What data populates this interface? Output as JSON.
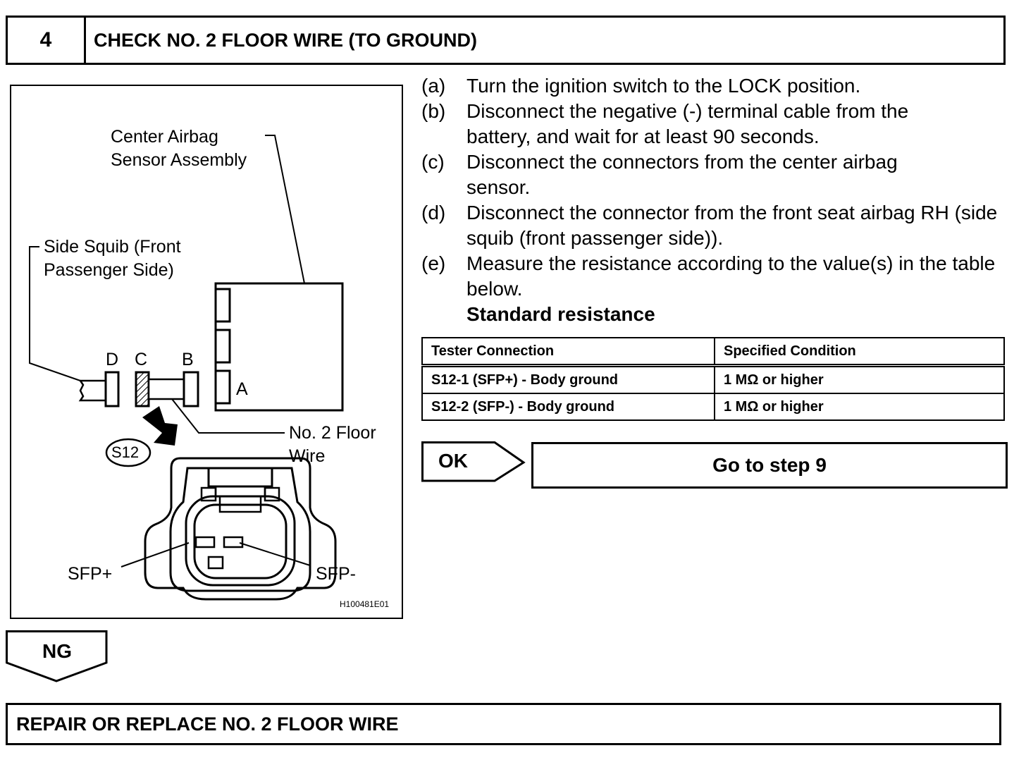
{
  "step": {
    "number": "4",
    "title": "CHECK NO. 2 FLOOR WIRE (TO GROUND)"
  },
  "figure": {
    "center_airbag_label": "Center Airbag\nSensor Assembly",
    "side_squib_label": "Side Squib (Front\nPassenger Side)",
    "letter_d": "D",
    "letter_c": "C",
    "letter_b": "B",
    "letter_a": "A",
    "floor_wire_label": "No. 2 Floor\nWire",
    "connector_id": "S12",
    "sfp_plus": "SFP+",
    "sfp_minus": "SFP-",
    "figure_code": "H100481E01"
  },
  "procedure": {
    "steps": [
      {
        "letter": "(a)",
        "text": "Turn the ignition switch to the LOCK position."
      },
      {
        "letter": "(b)",
        "text": "Disconnect the negative (-) terminal cable from the battery, and wait for at least 90 seconds."
      },
      {
        "letter": "(c)",
        "text": "Disconnect the connectors from the center airbag sensor."
      },
      {
        "letter": "(d)",
        "text": "Disconnect the connector from the front seat airbag RH (side squib (front passenger side))."
      },
      {
        "letter": "(e)",
        "text": "Measure the resistance according to the value(s) in the table below."
      }
    ],
    "standard_label": "Standard resistance"
  },
  "table": {
    "headers": [
      "Tester Connection",
      "Specified Condition"
    ],
    "rows": [
      [
        "S12-1 (SFP+) - Body ground",
        "1 MΩ or higher"
      ],
      [
        "S12-2 (SFP-) - Body ground",
        "1 MΩ or higher"
      ]
    ]
  },
  "ok": {
    "label": "OK",
    "goto": "Go to step 9"
  },
  "ng": {
    "label": "NG"
  },
  "result": {
    "text": "REPAIR OR REPLACE NO. 2 FLOOR WIRE"
  }
}
